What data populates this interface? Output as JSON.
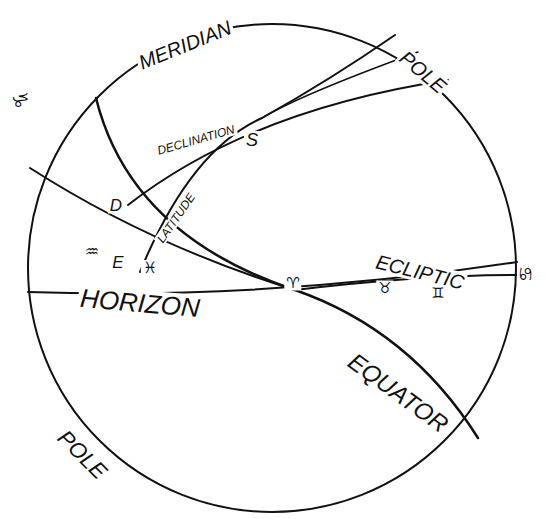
{
  "diagram": {
    "labels": [
      "MERIDIAN",
      "POLE",
      "DECLINATION",
      "S",
      "D",
      "LATITUDE",
      "♑",
      "♒",
      "E",
      "♓",
      "♈",
      "HORIZON",
      "ECLIPTIC",
      "♉",
      "♊",
      "♋",
      "EQUATOR",
      "POLE"
    ]
  }
}
